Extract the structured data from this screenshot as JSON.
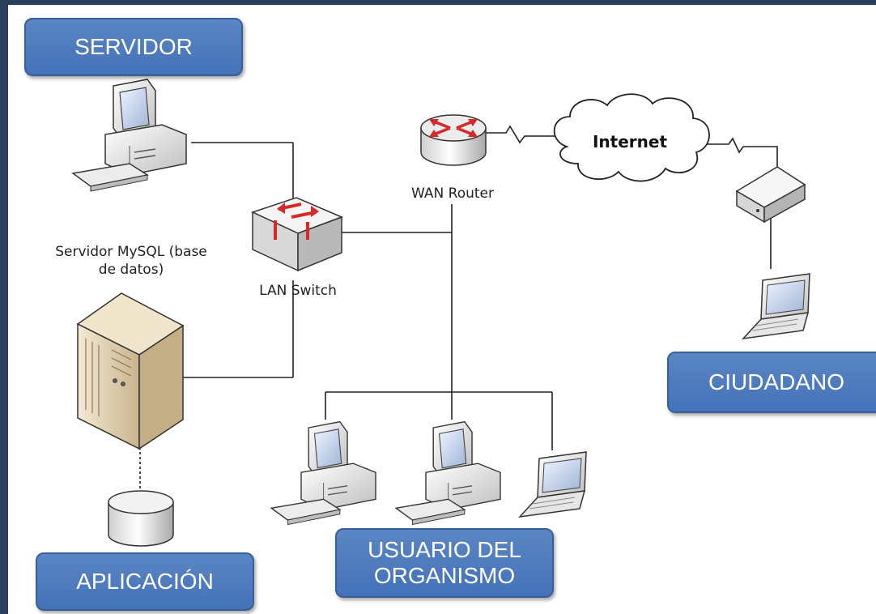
{
  "boxes": {
    "servidor": "SERVIDOR",
    "aplicacion": "APLICACIÓN",
    "usuario_line1": "USUARIO DEL",
    "usuario_line2": "ORGANISMO",
    "ciudadano": "CIUDADANO"
  },
  "labels": {
    "mysql_line1": "Servidor MySQL (base",
    "mysql_line2": "de datos)",
    "lan_switch": "LAN Switch",
    "wan_router": "WAN Router",
    "internet": "Internet"
  },
  "icons": {
    "server_workstation": "desktop-computer-icon",
    "mysql_server": "tower-server-icon",
    "database": "database-cylinder-icon",
    "switch": "lan-switch-icon",
    "router": "wan-router-icon",
    "cloud": "internet-cloud-icon",
    "modem": "modem-icon",
    "laptop": "laptop-icon"
  },
  "colors": {
    "box_fill": "#4a78bd",
    "box_border": "#3a5f98",
    "frame": "#2a3f5c",
    "arrow_red": "#d42a2a"
  }
}
